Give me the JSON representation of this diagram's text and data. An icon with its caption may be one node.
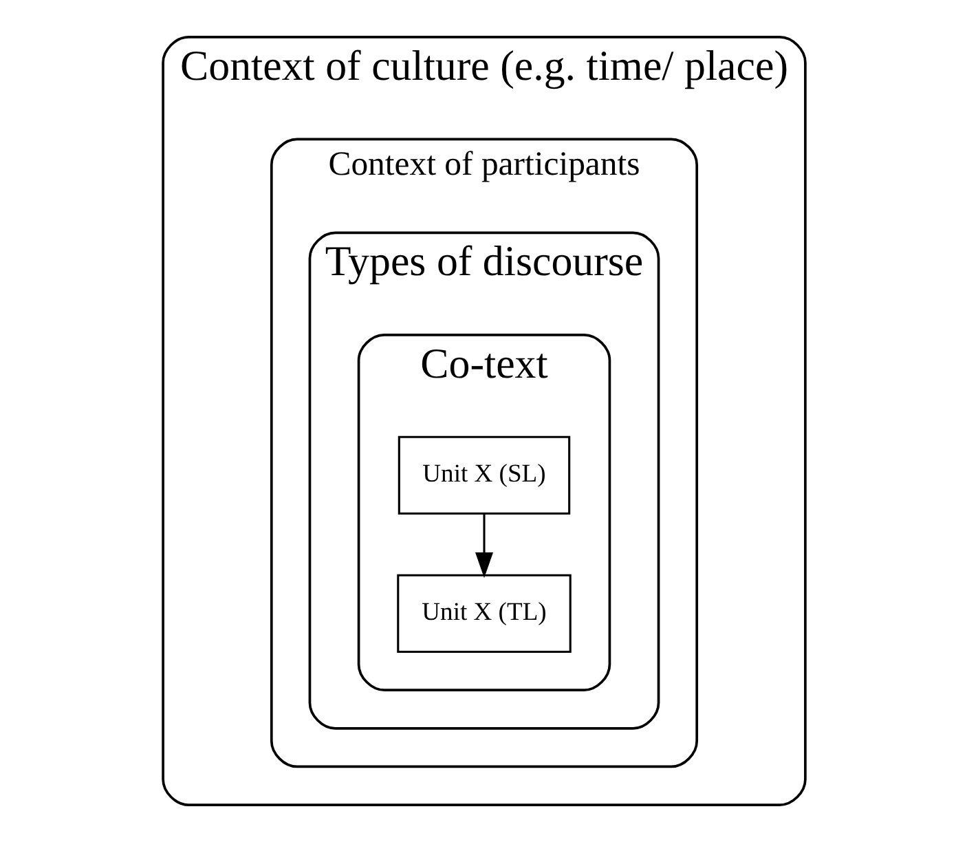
{
  "diagram": {
    "nodes": [
      {
        "text": [
          "Context of culture (e.g. time/ place)"
        ]
      },
      {
        "text": [
          "Context of participants"
        ],
        "in": 0
      },
      {
        "text": [
          "Types of discourse"
        ],
        "in": 1
      },
      {
        "text": [
          "Co-text"
        ],
        "in": 2
      },
      {
        "text": [
          "Unit X (SL)"
        ],
        "in": 3
      },
      {
        "text": [
          "Unit X (TL)"
        ],
        "in": 3
      }
    ],
    "edges": [
      {
        "from": 4,
        "to": 5,
        "arrow": "to"
      }
    ]
  }
}
